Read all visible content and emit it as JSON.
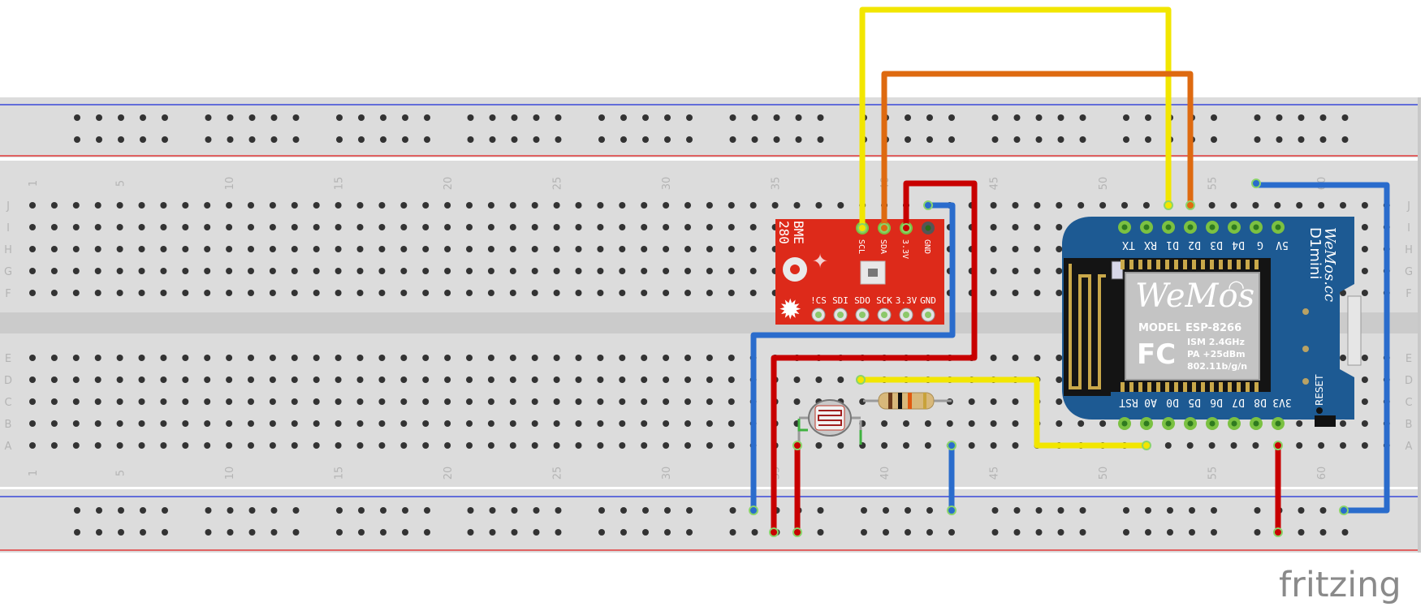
{
  "breadboard": {
    "row_labels_left": [
      "J",
      "I",
      "H",
      "G",
      "F",
      "E",
      "D",
      "C",
      "B",
      "A"
    ],
    "column_numbers": [
      "1",
      "5",
      "10",
      "15",
      "20",
      "25",
      "30",
      "35",
      "40",
      "45",
      "50",
      "55",
      "60"
    ]
  },
  "bme280": {
    "name_line1": "BME",
    "name_line2": "280",
    "top_pins": [
      "SCL",
      "SDA",
      "3.3V",
      "GND"
    ],
    "bottom_pins": [
      "!CS",
      "SDI",
      "SDO",
      "SCK",
      "3.3V",
      "GND"
    ]
  },
  "d1mini": {
    "top_pins": [
      "TX",
      "RX",
      "D1",
      "D2",
      "D3",
      "D4",
      "G",
      "5V"
    ],
    "bottom_pins": [
      "RST",
      "A0",
      "D0",
      "D5",
      "D6",
      "D7",
      "D8",
      "3V3"
    ],
    "name": "D1mini",
    "site": "WeMos.cc",
    "reset_label": "RESET",
    "shield_brand": "WeMos",
    "shield_model_label": "MODEL",
    "shield_model": "ESP-8266",
    "shield_specs": [
      "ISM 2.4GHz",
      "PA +25dBm",
      "802.11b/g/n"
    ],
    "fc_mark": "FC"
  },
  "colors": {
    "yellow_wire": "#f2e600",
    "orange_wire": "#de6a10",
    "red_wire": "#c80000",
    "blue_wire": "#2a6ccc",
    "bme_board": "#dd2a1a",
    "d1_board": "#1d5a93",
    "breadboard": "#dcdcdc",
    "rail_red": "#e23a3a",
    "rail_blue": "#3a48d8"
  },
  "brand": "fritzing"
}
